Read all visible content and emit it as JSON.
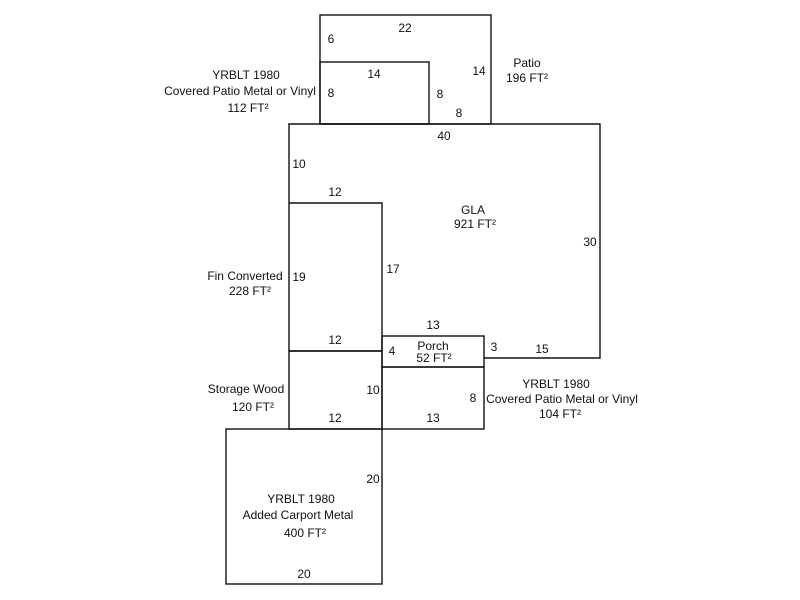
{
  "areas": {
    "patio": {
      "name": "Patio",
      "area": "196 FT²"
    },
    "covered_patio_top": {
      "line1": "YRBLT 1980",
      "line2": "Covered Patio Metal or Vinyl",
      "area": "112 FT²"
    },
    "gla": {
      "name": "GLA",
      "area": "921 FT²"
    },
    "fin_converted": {
      "name": "Fin Converted",
      "area": "228 FT²"
    },
    "porch": {
      "name": "Porch",
      "area": "52 FT²"
    },
    "storage": {
      "name": "Storage Wood",
      "area": "120 FT²"
    },
    "covered_patio_bottom": {
      "line1": "YRBLT 1980",
      "line2": "Covered Patio Metal or Vinyl",
      "area": "104 FT²"
    },
    "carport": {
      "line1": "YRBLT 1980",
      "line2": "Added Carport Metal",
      "area": "400 FT²"
    }
  },
  "dimensions": {
    "patio_top": "22",
    "patio_left": "6",
    "patio_right": "14",
    "patio_inner_right": "8",
    "patio_inner_bottom": "8",
    "cov_top_width": "14",
    "cov_top_height": "8",
    "gla_top": "40",
    "gla_left_upper": "10",
    "gla_right": "30",
    "gla_bottom_right": "15",
    "gla_step": "3",
    "fin_top": "12",
    "fin_left": "19",
    "fin_right": "17",
    "porch_top": "13",
    "porch_left": "4",
    "storage_top": "12",
    "storage_right": "10",
    "storage_bottom": "12",
    "cov_bottom_right": "8",
    "cov_bottom_bottom": "13",
    "carport_right": "20",
    "carport_bottom": "20"
  }
}
